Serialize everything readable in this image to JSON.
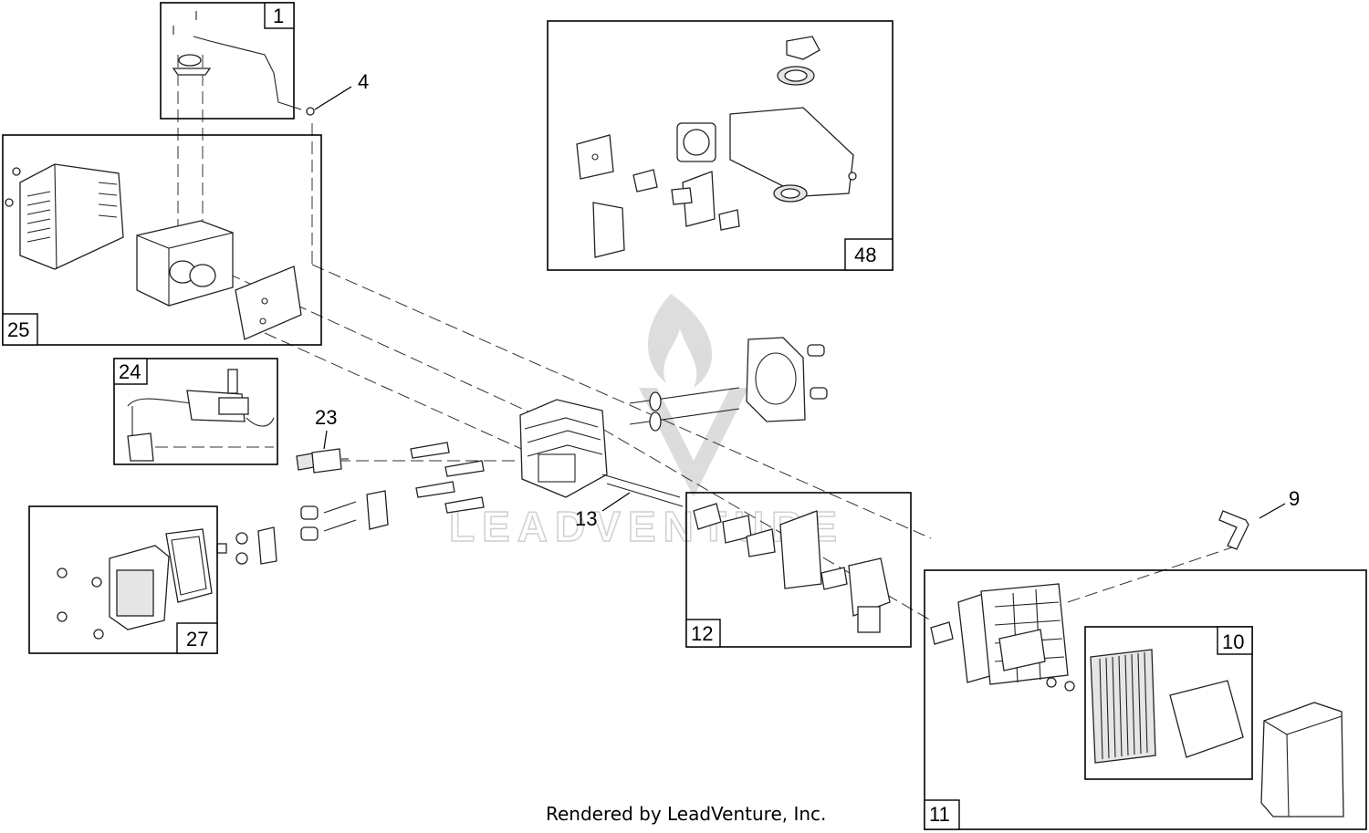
{
  "diagram": {
    "callouts": [
      "1",
      "4",
      "48",
      "25",
      "24",
      "23",
      "13",
      "27",
      "12",
      "9",
      "10",
      "11"
    ],
    "watermark": "LEADVENTURE",
    "footer": "Rendered by LeadVenture, Inc."
  }
}
